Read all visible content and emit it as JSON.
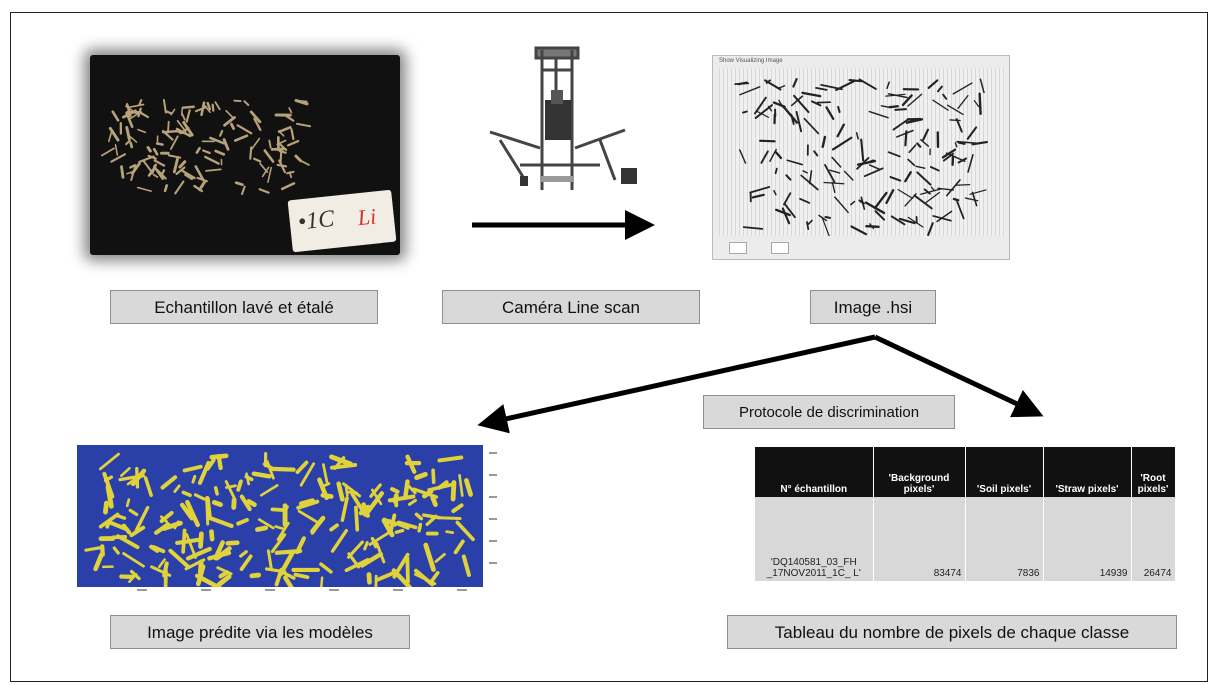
{
  "labels": {
    "sample": "Echantillon lavé et étalé",
    "camera": "Caméra Line scan",
    "image": "Image .hsi",
    "protocol": "Protocole de discrimination",
    "predicted": "Image prédite via les modèles",
    "table": "Tableau du nombre de pixels de chaque classe"
  },
  "sample_tag": {
    "text": "•1C",
    "red_text": "Li"
  },
  "hsi_window": {
    "title": "Show Visualizing Image"
  },
  "table": {
    "headers": [
      "N° échantillon",
      "'Background pixels'",
      "'Soil pixels'",
      "'Straw pixels'",
      "'Root pixels'"
    ],
    "rows": [
      [
        "'DQ140581_03_FH _17NOV2011_1C_ L'",
        "83474",
        "7836",
        "14939",
        "26474"
      ]
    ]
  },
  "colors": {
    "arrow": "#000000",
    "label_bg": "#d9d9d9",
    "prediction_bg": "#2a3fa8",
    "prediction_fg": "#e0d23a"
  }
}
